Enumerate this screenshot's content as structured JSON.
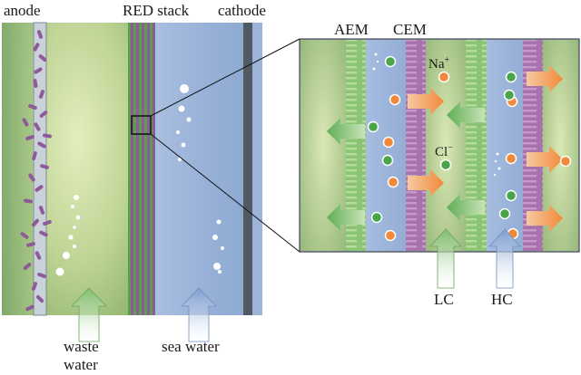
{
  "labels": {
    "anode": "anode",
    "red_stack": "RED stack",
    "cathode": "cathode",
    "aem": "AEM",
    "cem": "CEM",
    "na_ion": "Na",
    "na_charge": "+",
    "cl_ion": "Cl",
    "cl_charge": "−",
    "lc": "LC",
    "hc": "HC",
    "waste_water_line1": "waste",
    "waste_water_line2": "water",
    "sea_water": "sea water"
  },
  "colors": {
    "waste_water_green": "#b6cf8a",
    "sea_water_blue": "#9db5d8",
    "aem_green": "#7fb96a",
    "cem_purple": "#a872ad",
    "na_ion_orange": "#f08a3a",
    "cl_ion_green": "#4aa54a",
    "electrode_grey": "#4f5a62"
  },
  "icons": {
    "na_transport_arrow": "arrow-right-orange-icon",
    "cl_transport_arrow": "arrow-left-green-icon",
    "inflow_arrow_low": "arrow-up-green-icon",
    "inflow_arrow_high": "arrow-up-blue-icon"
  }
}
